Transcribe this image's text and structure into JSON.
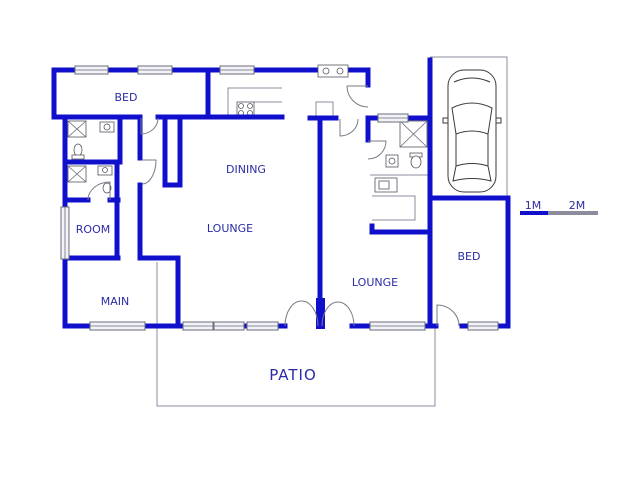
{
  "colors": {
    "wall": "#1010cc",
    "label": "#2b2ba6",
    "fixture": "#8c8c9c",
    "scale_second_segment": "#8c8c9c"
  },
  "rooms": {
    "bed_1": "BED",
    "dining": "DINING",
    "lounge_1": "LOUNGE",
    "room": "ROOM",
    "main": "MAIN",
    "lounge_2": "LOUNGE",
    "bed_2": "BED"
  },
  "outdoor": {
    "patio": "PATIO"
  },
  "scale": {
    "label_1": "1M",
    "label_2": "2M"
  },
  "icons": [
    "car-icon",
    "toilet-icon",
    "shower-icon",
    "basin-icon",
    "stove-icon",
    "sink-icon"
  ]
}
